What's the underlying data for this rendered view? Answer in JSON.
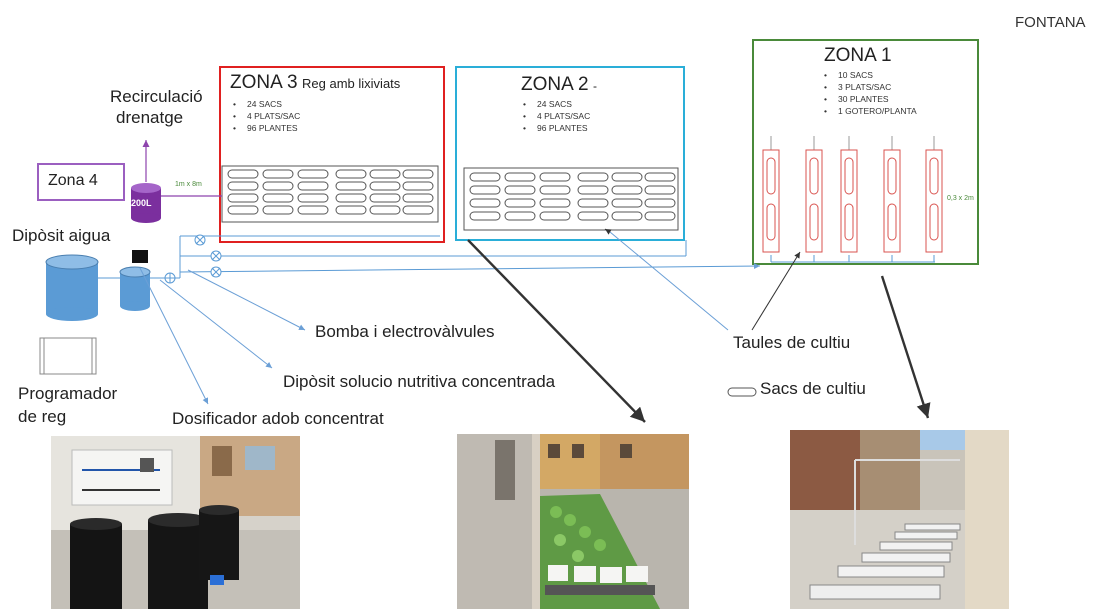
{
  "header": {
    "title": "FONTANA"
  },
  "zones": {
    "zona3": {
      "title": "ZONA 3",
      "subtitle": "Reg amb lixiviats",
      "bullets": [
        "24 SACS",
        "4 PLATS/SAC",
        "96 PLANTES"
      ],
      "color": "#e02020"
    },
    "zona2": {
      "title": "ZONA 2",
      "subtitle": "-",
      "bullets": [
        "24 SACS",
        "4 PLATS/SAC",
        "96 PLANTES"
      ],
      "color": "#2aaed8"
    },
    "zona1": {
      "title": "ZONA 1",
      "bullets": [
        "10 SACS",
        "3 PLATS/SAC",
        "30 PLANTES",
        "1 GOTERO/PLANTA"
      ],
      "color": "#4a8a3a",
      "dimension": "0,3 x 2m"
    },
    "zona4": {
      "title": "Zona 4",
      "color": "#9b5fc0"
    }
  },
  "recirculation": {
    "line1": "Recirculació",
    "line2": "drenatge",
    "tank": "200L",
    "pipe_label": "1m x 8m"
  },
  "labels": {
    "diposit_aigua": "Dipòsit aigua",
    "programador_line1": "Programador",
    "programador_line2": "de reg",
    "bomba": "Bomba i electrovàlvules",
    "diposit_solucio": "Dipòsit solucio nutritiva concentrada",
    "dosificador": "Dosificador adob concentrat",
    "taules": "Taules de cultiu",
    "sacs": "Sacs de cultiu"
  },
  "colors": {
    "pipe": "#5b9bd5",
    "tank": "#5b9bd5",
    "arrow": "#6b9fd6",
    "tank200": "#8e44ad"
  }
}
